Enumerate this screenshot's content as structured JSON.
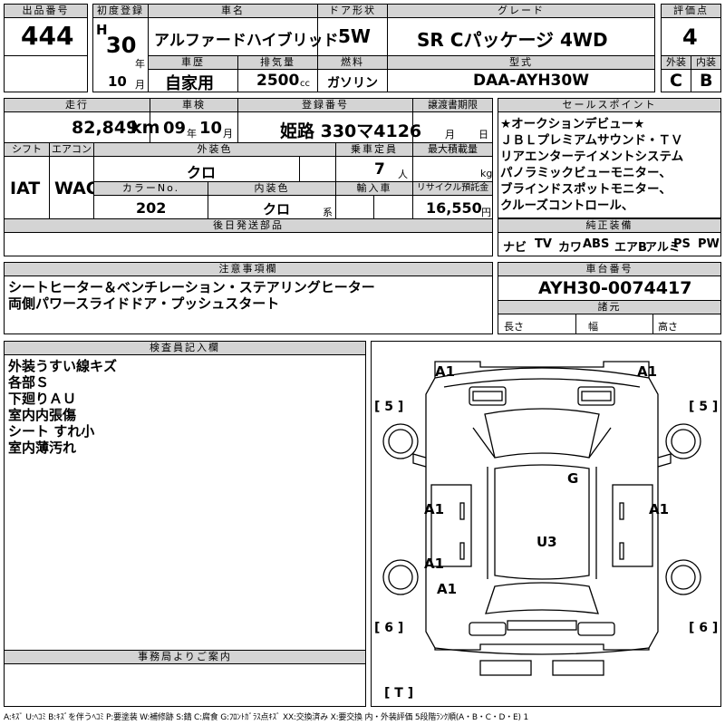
{
  "lot": {
    "label": "出品番号",
    "value": "444"
  },
  "first_reg": {
    "label": "初度登録",
    "era": "H",
    "year": "30",
    "year_unit": "年",
    "month": "10",
    "month_unit": "月"
  },
  "car_name": {
    "label": "車名",
    "value": "アルファードハイブリッド"
  },
  "door": {
    "label": "ドア形状",
    "value": "5W"
  },
  "grade": {
    "label": "グレード",
    "value": "SR Cパッケージ 4WD"
  },
  "score": {
    "label": "評価点",
    "value": "4"
  },
  "history": {
    "label": "車歴",
    "value": "自家用"
  },
  "displacement": {
    "label": "排気量",
    "value": "2500",
    "unit": "cc"
  },
  "fuel": {
    "label": "燃料",
    "value": "ガソリン"
  },
  "model": {
    "label": "型式",
    "value": "DAA-AYH30W"
  },
  "ext_grade": {
    "label": "外装",
    "value": "C"
  },
  "int_grade": {
    "label": "内装",
    "value": "B"
  },
  "mileage": {
    "label": "走行",
    "value": "82,849",
    "unit": "km"
  },
  "inspection": {
    "label": "車検",
    "year": "09",
    "year_unit": "年",
    "month": "10",
    "month_unit": "月"
  },
  "registration": {
    "label": "登録番号",
    "value": "姫路 330マ4126"
  },
  "transfer": {
    "label": "譲渡書期限",
    "month_unit": "月",
    "day_unit": "日"
  },
  "sales_points": {
    "label": "セールスポイント",
    "lines": [
      "★オークションデビュー★",
      "ＪＢＬプレミアムサウンド・ＴＶ",
      "リアエンターテイメントシステム",
      "パノラミックビューモニター、",
      "ブラインドスポットモニター、",
      "クルーズコントロール、"
    ]
  },
  "shift": {
    "label": "シフト",
    "value": "IAT"
  },
  "aircon": {
    "label": "エアコン",
    "value": "WAC"
  },
  "exterior_color": {
    "label": "外装色",
    "value": "クロ"
  },
  "capacity": {
    "label": "乗車定員",
    "value": "7",
    "unit": "人"
  },
  "max_load": {
    "label": "最大積載量",
    "unit": "kg"
  },
  "color_no": {
    "label": "カラーNo.",
    "value": "202"
  },
  "interior_color": {
    "label": "内装色",
    "value": "クロ",
    "unit": "系"
  },
  "import": {
    "label": "輸入車"
  },
  "recycle": {
    "label": "リサイクル預託金",
    "value": "16,550",
    "unit": "円"
  },
  "later_parts": {
    "label": "後日発送部品"
  },
  "equipment": {
    "label": "純正装備",
    "items": [
      "ナビ",
      "TV",
      "カワ",
      "ABS",
      "エアB",
      "アルミ",
      "PS",
      "PW"
    ]
  },
  "notes": {
    "label": "注意事項欄",
    "lines": [
      "シートヒーター＆ベンチレーション・ステアリングヒーター",
      "両側パワースライドドア・プッシュスタート"
    ]
  },
  "chassis": {
    "label": "車台番号",
    "value": "AYH30-0074417"
  },
  "dimensions": {
    "label": "諸元",
    "length": "長さ",
    "width": "幅",
    "height": "高さ"
  },
  "inspector": {
    "label": "検査員記入欄",
    "lines": [
      "外装うすい線キズ",
      "各部Ｓ",
      "下廻りＡＵ",
      "室内内張傷",
      "シート すれ小",
      "室内薄汚れ"
    ]
  },
  "office": {
    "label": "事務局よりご案内"
  },
  "diagram": {
    "marks": [
      "A1",
      "A1",
      "G",
      "A1",
      "A1",
      "U3",
      "A1",
      "A1"
    ],
    "brackets": [
      "[ 5 ]",
      "[ 5 ]",
      "[ 6 ]",
      "[ 6 ]",
      "[ T ]"
    ]
  },
  "legend": "A:ｷｽﾞ U:ﾍｺﾐ B:ｷｽﾞを伴うﾍｺﾐ P:要塗装 W:補修跡 S:錆 C:腐食 G:ﾌﾛﾝﾄｶﾞﾗｽ点ｷｽﾞ XX:交換済み X:要交換 内・外装評価 5段階ﾗﾝｸ順(A・B・C・D・E) 1"
}
